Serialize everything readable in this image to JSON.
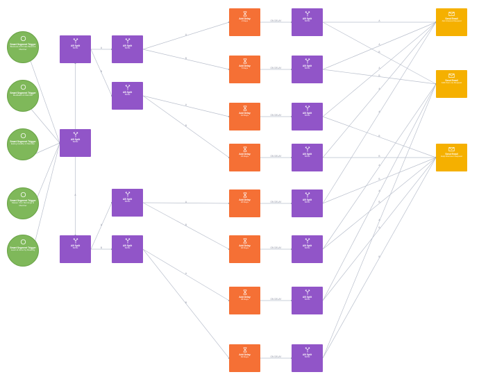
{
  "colors": {
    "trigger": "#7fb85a",
    "split": "#9155c8",
    "delay": "#f57035",
    "email": "#f5b000",
    "wire": "#b9bfcc"
  },
  "nodes": [
    {
      "id": "trg1",
      "type": "trigger",
      "icon": "circle-trigger-icon",
      "title": "Smart Segment Trigger",
      "subtitle": "Business & Private Board & Member"
    },
    {
      "id": "trg2",
      "type": "trigger",
      "icon": "circle-trigger-icon",
      "title": "Smart Segment Trigger",
      "subtitle": "Meditation & Member"
    },
    {
      "id": "trg3",
      "type": "trigger",
      "icon": "circle-trigger-icon",
      "title": "Smart Segment Trigger",
      "subtitle": "Eating Healthy & Member"
    },
    {
      "id": "trg4",
      "type": "trigger",
      "icon": "circle-trigger-icon",
      "title": "Smart Segment Trigger",
      "subtitle": "Master Your Mornings & Member"
    },
    {
      "id": "trg5",
      "type": "trigger",
      "icon": "circle-trigger-icon",
      "title": "Smart Segment Trigger",
      "subtitle": "Learn & Grow by Reading"
    },
    {
      "id": "sA",
      "type": "split",
      "icon": "split-icon",
      "title": "AB Split",
      "subtitle": "50/50"
    },
    {
      "id": "sB",
      "type": "split",
      "icon": "split-icon",
      "title": "AB Split",
      "subtitle": "50/50"
    },
    {
      "id": "sC",
      "type": "split",
      "icon": "split-icon",
      "title": "AB Split",
      "subtitle": "50/50"
    },
    {
      "id": "sD",
      "type": "split",
      "icon": "split-icon",
      "title": "AB Split",
      "subtitle": "50/50"
    },
    {
      "id": "sE",
      "type": "split",
      "icon": "split-icon",
      "title": "AB Split",
      "subtitle": "50/50"
    },
    {
      "id": "sF",
      "type": "split",
      "icon": "split-icon",
      "title": "AB Split",
      "subtitle": "50/50"
    },
    {
      "id": "sG",
      "type": "split",
      "icon": "split-icon",
      "title": "AB Split",
      "subtitle": "50/50"
    },
    {
      "id": "d1",
      "type": "delay",
      "icon": "hourglass-icon",
      "title": "Add Delay",
      "subtitle": "2 Days"
    },
    {
      "id": "d2",
      "type": "delay",
      "icon": "hourglass-icon",
      "title": "Add Delay",
      "subtitle": "5 Days"
    },
    {
      "id": "d3",
      "type": "delay",
      "icon": "hourglass-icon",
      "title": "Add Delay",
      "subtitle": "10 Days"
    },
    {
      "id": "d4",
      "type": "delay",
      "icon": "hourglass-icon",
      "title": "Add Delay",
      "subtitle": "15 Days"
    },
    {
      "id": "d5",
      "type": "delay",
      "icon": "hourglass-icon",
      "title": "Add Delay",
      "subtitle": "20 Days"
    },
    {
      "id": "d6",
      "type": "delay",
      "icon": "hourglass-icon",
      "title": "Add Delay",
      "subtitle": "30 Days"
    },
    {
      "id": "d7",
      "type": "delay",
      "icon": "hourglass-icon",
      "title": "Add Delay",
      "subtitle": "45 Days"
    },
    {
      "id": "d8",
      "type": "delay",
      "icon": "hourglass-icon",
      "title": "Add Delay",
      "subtitle": "60 Days"
    },
    {
      "id": "r1",
      "type": "split",
      "icon": "split-icon",
      "title": "AB Split",
      "subtitle": "50/50"
    },
    {
      "id": "r2",
      "type": "split",
      "icon": "split-icon",
      "title": "AB Split",
      "subtitle": "50/50"
    },
    {
      "id": "r3",
      "type": "split",
      "icon": "split-icon",
      "title": "AB Split",
      "subtitle": "50/50"
    },
    {
      "id": "r4",
      "type": "split",
      "icon": "split-icon",
      "title": "AB Split",
      "subtitle": "50/50"
    },
    {
      "id": "r5",
      "type": "split",
      "icon": "split-icon",
      "title": "AB Split",
      "subtitle": "50/50"
    },
    {
      "id": "r6",
      "type": "split",
      "icon": "split-icon",
      "title": "AB Split",
      "subtitle": "50/50"
    },
    {
      "id": "r7",
      "type": "split",
      "icon": "split-icon",
      "title": "AB Split",
      "subtitle": "50/50"
    },
    {
      "id": "r8",
      "type": "split",
      "icon": "split-icon",
      "title": "AB Split",
      "subtitle": "50/50"
    },
    {
      "id": "e1",
      "type": "email",
      "icon": "envelope-icon",
      "title": "Send Email",
      "subtitle": "Join Interest Request"
    },
    {
      "id": "e2",
      "type": "email",
      "icon": "envelope-icon",
      "title": "Send Email",
      "subtitle": "Add-from-me Request"
    },
    {
      "id": "e3",
      "type": "email",
      "icon": "envelope-icon",
      "title": "Send Email",
      "subtitle": "Help Discover Request"
    }
  ],
  "edges": [
    {
      "from": "trg1",
      "to": "sC",
      "label": ""
    },
    {
      "from": "trg2",
      "to": "sC",
      "label": ""
    },
    {
      "from": "trg3",
      "to": "sC",
      "label": ""
    },
    {
      "from": "trg4",
      "to": "sC",
      "label": ""
    },
    {
      "from": "trg5",
      "to": "sC",
      "label": ""
    },
    {
      "from": "sC",
      "to": "sA",
      "label": ""
    },
    {
      "from": "sC",
      "to": "sE",
      "label": "A"
    },
    {
      "from": "sA",
      "to": "sB",
      "label": "A"
    },
    {
      "from": "sA",
      "to": "sD",
      "label": "B"
    },
    {
      "from": "sE",
      "to": "sF",
      "label": "A"
    },
    {
      "from": "sE",
      "to": "sG",
      "label": "B"
    },
    {
      "from": "sB",
      "to": "d1",
      "label": "A"
    },
    {
      "from": "sB",
      "to": "d2",
      "label": "B"
    },
    {
      "from": "sD",
      "to": "d3",
      "label": "A"
    },
    {
      "from": "sD",
      "to": "d4",
      "label": "B"
    },
    {
      "from": "sF",
      "to": "d5",
      "label": "A"
    },
    {
      "from": "sF",
      "to": "d6",
      "label": "B"
    },
    {
      "from": "sG",
      "to": "d7",
      "label": "A"
    },
    {
      "from": "sG",
      "to": "d8",
      "label": "B"
    },
    {
      "from": "d1",
      "to": "r1",
      "label": "ON DELAY"
    },
    {
      "from": "d2",
      "to": "r2",
      "label": "ON DELAY"
    },
    {
      "from": "d3",
      "to": "r3",
      "label": "ON DELAY"
    },
    {
      "from": "d4",
      "to": "r4",
      "label": "ON DELAY"
    },
    {
      "from": "d5",
      "to": "r5",
      "label": "ON DELAY"
    },
    {
      "from": "d6",
      "to": "r6",
      "label": "ON DELAY"
    },
    {
      "from": "d7",
      "to": "r7",
      "label": "ON DELAY"
    },
    {
      "from": "d8",
      "to": "r8",
      "label": "ON DELAY"
    },
    {
      "from": "r1",
      "to": "e1",
      "label": "A"
    },
    {
      "from": "r1",
      "to": "e2",
      "label": "B"
    },
    {
      "from": "r2",
      "to": "e1",
      "label": "A"
    },
    {
      "from": "r2",
      "to": "e2",
      "label": "B"
    },
    {
      "from": "r3",
      "to": "e1",
      "label": "A"
    },
    {
      "from": "r3",
      "to": "e3",
      "label": "B"
    },
    {
      "from": "r4",
      "to": "e1",
      "label": "A"
    },
    {
      "from": "r4",
      "to": "e3",
      "label": "B"
    },
    {
      "from": "r5",
      "to": "e1",
      "label": "A"
    },
    {
      "from": "r5",
      "to": "e3",
      "label": "B"
    },
    {
      "from": "r6",
      "to": "e2",
      "label": "A"
    },
    {
      "from": "r6",
      "to": "e3",
      "label": "B"
    },
    {
      "from": "r7",
      "to": "e2",
      "label": "A"
    },
    {
      "from": "r7",
      "to": "e3",
      "label": "B"
    },
    {
      "from": "r8",
      "to": "e2",
      "label": "A"
    },
    {
      "from": "r8",
      "to": "e3",
      "label": "B"
    }
  ]
}
